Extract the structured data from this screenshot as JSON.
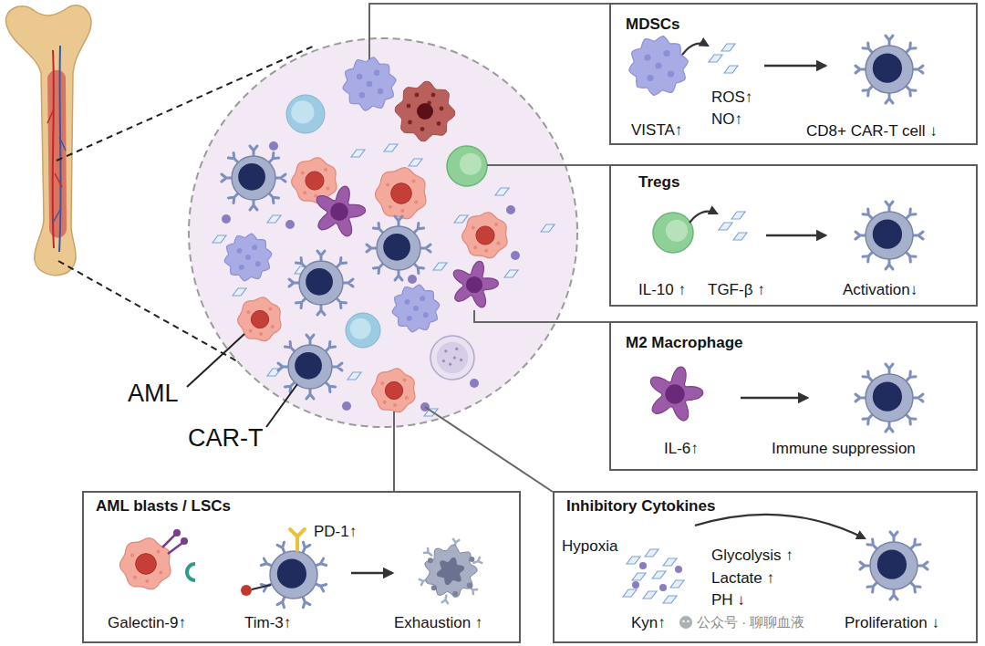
{
  "diagram": {
    "nodes": [
      {
        "text": [
          "MDSCs",
          "VISTA↑",
          "ROS↑",
          "NO↑",
          "CD8+ CAR-T cell ↓"
        ]
      },
      {
        "text": [
          "Tregs",
          "IL-10 ↑",
          "TGF-β ↑",
          "Activation↓"
        ]
      },
      {
        "text": [
          "M2 Macrophage",
          "IL-6↑",
          "Immune suppression"
        ]
      },
      {
        "text": [
          "AML blasts / LSCs",
          "PD-1↑",
          "Galectin-9↑",
          "Tim-3↑",
          "Exhaustion ↑"
        ]
      },
      {
        "text": [
          "Inhibitory Cytokines",
          "Hypoxia",
          "Glycolysis ↑",
          "Lactate ↑",
          "PH ↓",
          "Kyn↑",
          "Proliferation ↓"
        ]
      }
    ],
    "labels": [
      "AML",
      "CAR-T",
      "公众号 · 聊聊血液"
    ]
  }
}
